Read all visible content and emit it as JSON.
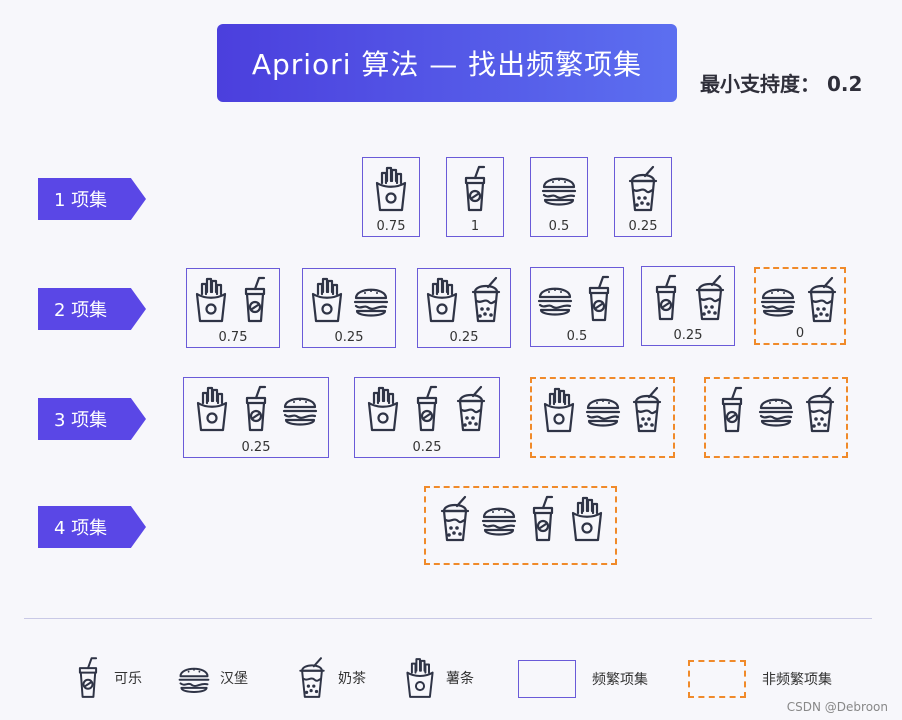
{
  "title": "Apriori 算法 — 找出频繁项集",
  "min_support": "最小支持度： 0.2",
  "rows": [
    {
      "label": "1 项集",
      "sets": [
        {
          "items": [
            "fries"
          ],
          "support": "0.75",
          "frequent": true
        },
        {
          "items": [
            "cola"
          ],
          "support": "1",
          "frequent": true
        },
        {
          "items": [
            "burger"
          ],
          "support": "0.5",
          "frequent": true
        },
        {
          "items": [
            "milktea"
          ],
          "support": "0.25",
          "frequent": true
        }
      ]
    },
    {
      "label": "2 项集",
      "sets": [
        {
          "items": [
            "fries",
            "cola"
          ],
          "support": "0.75",
          "frequent": true
        },
        {
          "items": [
            "fries",
            "burger"
          ],
          "support": "0.25",
          "frequent": true
        },
        {
          "items": [
            "fries",
            "milktea"
          ],
          "support": "0.25",
          "frequent": true
        },
        {
          "items": [
            "burger",
            "cola"
          ],
          "support": "0.5",
          "frequent": true
        },
        {
          "items": [
            "cola",
            "milktea"
          ],
          "support": "0.25",
          "frequent": true
        },
        {
          "items": [
            "burger",
            "milktea"
          ],
          "support": "0",
          "frequent": false
        }
      ]
    },
    {
      "label": "3 项集",
      "sets": [
        {
          "items": [
            "fries",
            "cola",
            "burger"
          ],
          "support": "0.25",
          "frequent": true
        },
        {
          "items": [
            "fries",
            "cola",
            "milktea"
          ],
          "support": "0.25",
          "frequent": true
        },
        {
          "items": [
            "fries",
            "burger",
            "milktea"
          ],
          "support": "",
          "frequent": false
        },
        {
          "items": [
            "cola",
            "burger",
            "milktea"
          ],
          "support": "",
          "frequent": false
        }
      ]
    },
    {
      "label": "4 项集",
      "sets": [
        {
          "items": [
            "milktea",
            "burger",
            "cola",
            "fries"
          ],
          "support": "",
          "frequent": false
        }
      ]
    }
  ],
  "legend": {
    "cola": "可乐",
    "burger": "汉堡",
    "milktea": "奶茶",
    "fries": "薯条",
    "frequent": "频繁项集",
    "infrequent": "非频繁项集"
  },
  "icons": {
    "cola": "cola-icon",
    "burger": "burger-icon",
    "milktea": "milk-tea-icon",
    "fries": "fries-icon"
  },
  "colors": {
    "banner": "#4b3fdd",
    "row_label": "#5a47e6",
    "frequent_border": "#6a5bd8",
    "infrequent_border": "#f08a2a"
  },
  "credit": "CSDN @Debroon"
}
